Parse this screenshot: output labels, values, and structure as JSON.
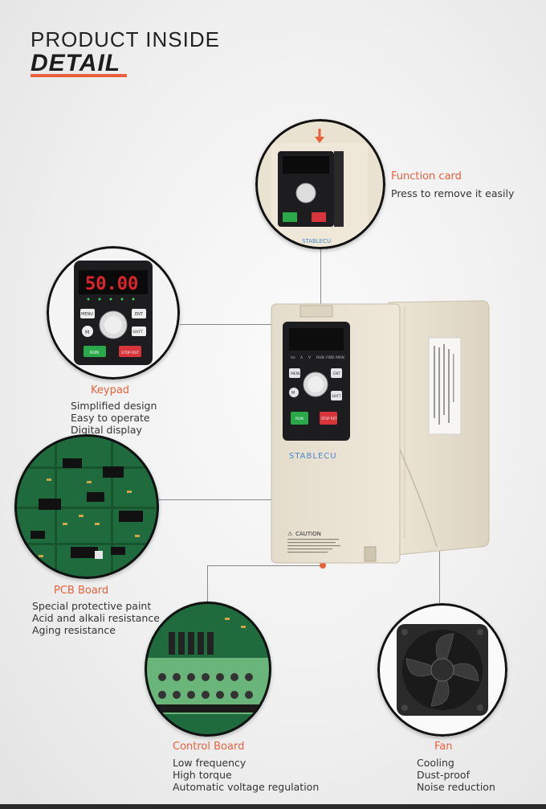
{
  "heading": {
    "line1": "PRODUCT INSIDE",
    "line2": "DETAIL"
  },
  "accent_color": "#e8613c",
  "features": {
    "function_card": {
      "title": "Function card",
      "lines": [
        "Press to remove it easily"
      ]
    },
    "keypad": {
      "title": "Keypad",
      "lines": [
        "Simplified design",
        "Easy to operate",
        "Digital display"
      ],
      "display": "50.00"
    },
    "pcb": {
      "title": "PCB Board",
      "lines": [
        "Special protective paint",
        "Acid and alkali resistance",
        "Aging resistance"
      ]
    },
    "control_board": {
      "title": "Control Board",
      "lines": [
        "Low frequency",
        "High torque",
        "Automatic voltage regulation"
      ]
    },
    "fan": {
      "title": "Fan",
      "lines": [
        "Cooling",
        "Dust-proof",
        "Noise reduction"
      ]
    }
  },
  "device": {
    "brand": "STABLECU",
    "caution": "CAUTION",
    "keys": {
      "menu": "MENU",
      "ent": "ENT",
      "shift": "SHIFT",
      "run": "RUN",
      "stop": "STOP RST",
      "m": "M"
    },
    "indicators": [
      "Hz",
      "A",
      "V",
      "RUN",
      "FWD",
      "MON"
    ]
  }
}
